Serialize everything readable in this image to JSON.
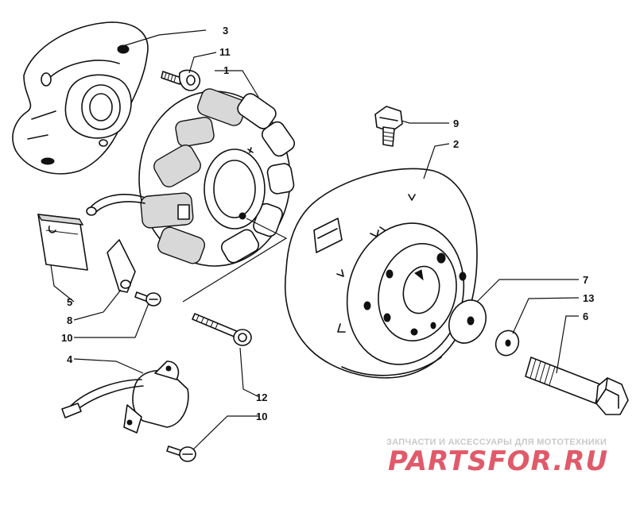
{
  "callouts": {
    "c1": "1",
    "c2": "2",
    "c3": "3",
    "c4": "4",
    "c5": "5",
    "c6": "6",
    "c7": "7",
    "c8": "8",
    "c9": "9",
    "c10a": "10",
    "c10b": "10",
    "c11": "11",
    "c12": "12",
    "c13": "13"
  },
  "watermark": {
    "subtitle": "ЗАПЧАСТИ И АКСЕССУАРЫ ДЛЯ МОТОТЕХНИКИ",
    "brand": "PARTSFOR.RU",
    "brand_color": "#e05a6a"
  }
}
